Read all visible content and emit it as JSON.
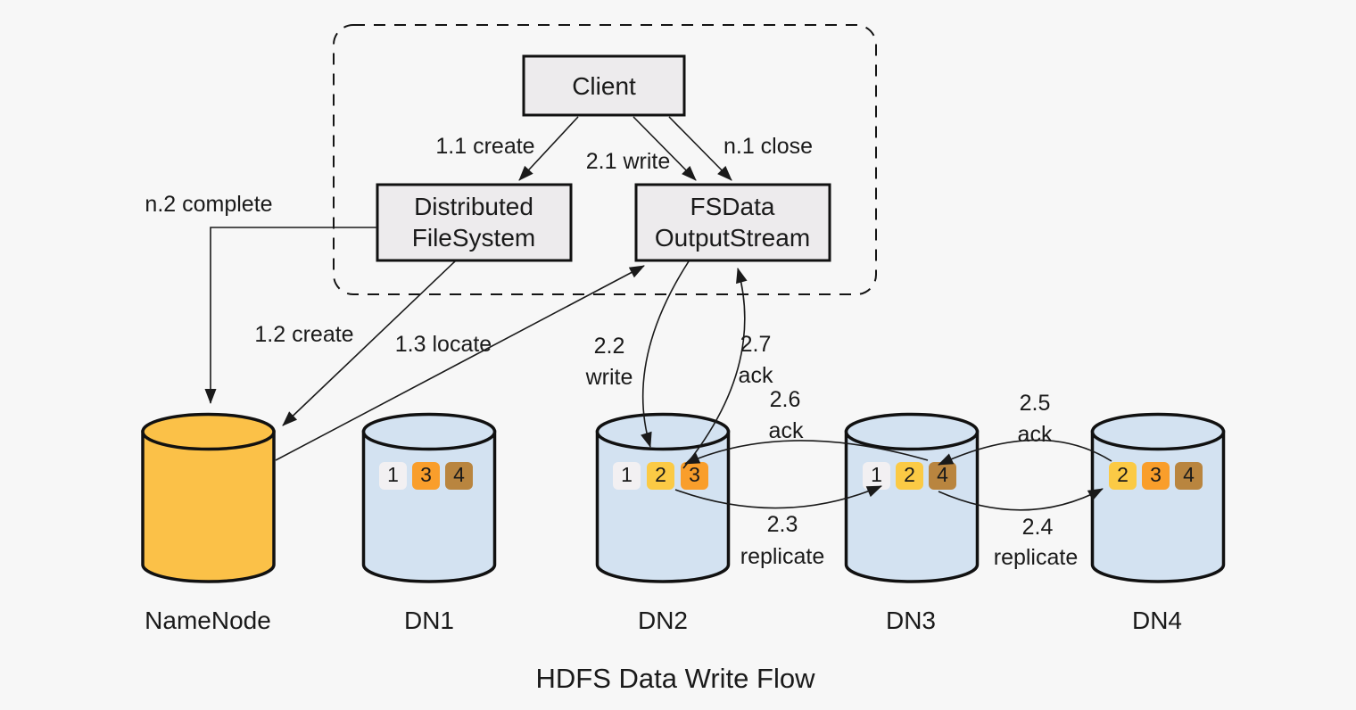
{
  "title": {
    "text": "HDFS Data Write Flow",
    "color": "#8f8f8f"
  },
  "colors": {
    "background": "#f7f7f7",
    "line": "#1a1a1a",
    "box_fill": "#edebed",
    "namenode_fill": "#fbc148",
    "datanode_fill": "#d3e2f1",
    "block_1": "#f2f0f2",
    "block_2": "#fbca45",
    "block_3": "#f99e2b",
    "block_4": "#b9853f"
  },
  "components": {
    "client": {
      "label": "Client"
    },
    "distributed_filesystem": {
      "lines": [
        "Distributed",
        "FileSystem"
      ]
    },
    "fsdata_outputstream": {
      "lines": [
        "FSData",
        "OutputStream"
      ]
    }
  },
  "edges": {
    "create_1_1": {
      "label": "1.1 create"
    },
    "write_2_1": {
      "label": "2.1 write"
    },
    "close_n_1": {
      "label": "n.1 close"
    },
    "complete_n_2": {
      "label": "n.2 complete"
    },
    "create_1_2": {
      "label": "1.2 create"
    },
    "locate_1_3": {
      "label": "1.3 locate"
    },
    "write_2_2": {
      "lines": [
        "2.2",
        "write"
      ]
    },
    "ack_2_7": {
      "lines": [
        "2.7",
        "ack"
      ]
    },
    "replicate_2_3": {
      "lines": [
        "2.3",
        "replicate"
      ]
    },
    "ack_2_6": {
      "lines": [
        "2.6",
        "ack"
      ]
    },
    "replicate_2_4": {
      "lines": [
        "2.4",
        "replicate"
      ]
    },
    "ack_2_5": {
      "lines": [
        "2.5",
        "ack"
      ]
    }
  },
  "nodes": {
    "namenode": {
      "label": "NameNode"
    },
    "dn1": {
      "label": "DN1",
      "blocks": [
        {
          "id": "1",
          "fill": "#f2f0f2"
        },
        {
          "id": "3",
          "fill": "#f99e2b"
        },
        {
          "id": "4",
          "fill": "#b9853f"
        }
      ]
    },
    "dn2": {
      "label": "DN2",
      "blocks": [
        {
          "id": "1",
          "fill": "#f2f0f2"
        },
        {
          "id": "2",
          "fill": "#fbca45"
        },
        {
          "id": "3",
          "fill": "#f99e2b"
        }
      ]
    },
    "dn3": {
      "label": "DN3",
      "blocks": [
        {
          "id": "1",
          "fill": "#f2f0f2"
        },
        {
          "id": "2",
          "fill": "#fbca45"
        },
        {
          "id": "4",
          "fill": "#b9853f"
        }
      ]
    },
    "dn4": {
      "label": "DN4",
      "blocks": [
        {
          "id": "2",
          "fill": "#fbca45"
        },
        {
          "id": "3",
          "fill": "#f99e2b"
        },
        {
          "id": "4",
          "fill": "#b9853f"
        }
      ]
    }
  }
}
